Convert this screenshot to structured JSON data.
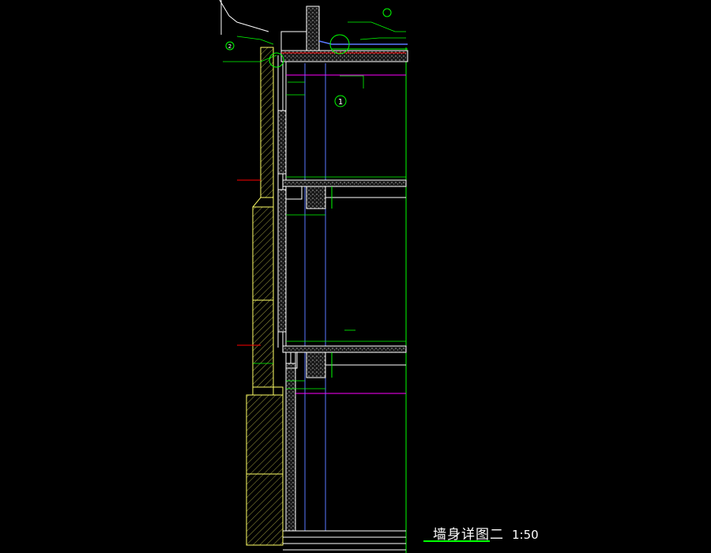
{
  "drawing": {
    "title": "墙身详图二",
    "scale": "1:50"
  },
  "annotations": {
    "callout_1": "1",
    "callout_2": "2"
  },
  "colors": {
    "background": "#000000",
    "wall_outline": "#ffff66",
    "wall_hatch": "#c8c850",
    "structure": "#ffffff",
    "dimension": "#00ff00",
    "level_line": "#ff00ff",
    "section_mark": "#ff0000",
    "glazing": "#5a78ff",
    "slab_fill": "#9a9a9a"
  }
}
